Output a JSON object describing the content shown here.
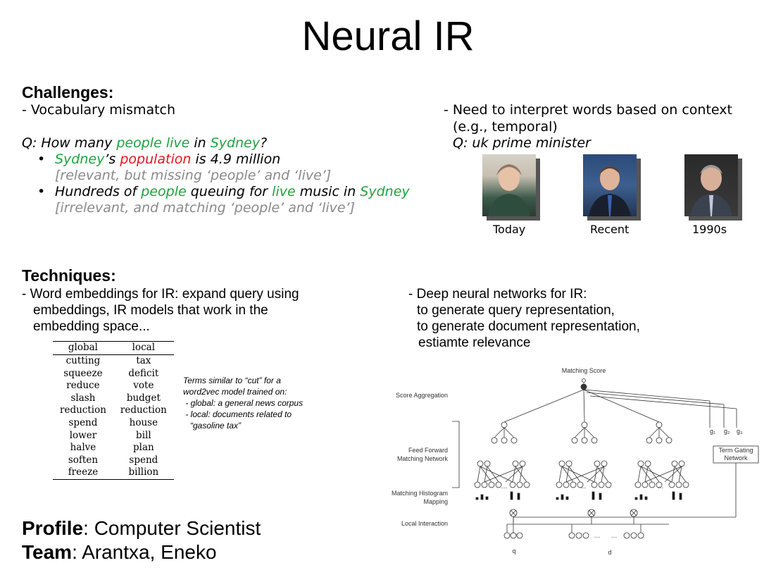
{
  "title": "Neural IR",
  "challenges": {
    "heading": "Challenges:",
    "vocab": "- Vocabulary mismatch",
    "query": {
      "p1": "Q: How many ",
      "p2": "people live",
      "p3": " in ",
      "p4": "Sydney",
      "p5": "?"
    },
    "b1": {
      "p1": "Sydney",
      "p2": "’s ",
      "p3": "population",
      "p4": " is 4.9 million"
    },
    "b1_note": "[relevant, but missing ‘people’ and ‘live’]",
    "b2": {
      "p1": "Hundreds of ",
      "p2": "people",
      "p3": " queuing for ",
      "p4": "live",
      "p5": " music in ",
      "p6": "Sydney"
    },
    "b2_note": "[irrelevant, and matching ‘people’ and ‘live’]",
    "context_line1": "- Need to interpret words based on context",
    "context_line2": "(e.g., temporal)",
    "context_query": "Q: uk prime minister",
    "photos": [
      {
        "caption": "Today"
      },
      {
        "caption": "Recent"
      },
      {
        "caption": "1990s"
      }
    ]
  },
  "techniques": {
    "heading": "Techniques:",
    "left": [
      "- Word embeddings for IR: expand query using",
      "embeddings, IR models that work in the",
      "embedding space..."
    ],
    "right": [
      "- Deep neural networks for IR:",
      "to generate query representation,",
      "to generate document representation,",
      "estiamte relevance"
    ],
    "table": {
      "headers": [
        "global",
        "local"
      ],
      "rows": [
        [
          "cutting",
          "tax"
        ],
        [
          "squeeze",
          "deficit"
        ],
        [
          "reduce",
          "vote"
        ],
        [
          "slash",
          "budget"
        ],
        [
          "reduction",
          "reduction"
        ],
        [
          "spend",
          "house"
        ],
        [
          "lower",
          "bill"
        ],
        [
          "halve",
          "plan"
        ],
        [
          "soften",
          "spend"
        ],
        [
          "freeze",
          "billion"
        ]
      ]
    },
    "note": [
      "Terms similar to “cut” for a",
      "word2vec model trained on:",
      " - global: a general news corpus",
      " - local: documents related to",
      "   “gasoline tax”"
    ]
  },
  "diagram": {
    "matching_score": "Matching Score",
    "score_aggregation": "Score Aggregation",
    "ff_line1": "Feed Forward",
    "ff_line2": "Matching Network",
    "mh_line1": "Matching Histogram",
    "mh_line2": "Mapping",
    "local_interaction": "Local Interaction",
    "g1": "g₁",
    "g2": "g₂",
    "g3": "g₃",
    "tg_line1": "Term Gating",
    "tg_line2": "Network",
    "q": "q",
    "d": "d",
    "ellipsis": "…"
  },
  "profile": {
    "label": "Profile",
    "value": ": Computer Scientist"
  },
  "team": {
    "label": "Team",
    "value": ": Arantxa, Eneko"
  },
  "colors": {
    "highlight_green": "#1fa33f",
    "highlight_red": "#e8141c",
    "note_gray": "#8a8a8a"
  }
}
